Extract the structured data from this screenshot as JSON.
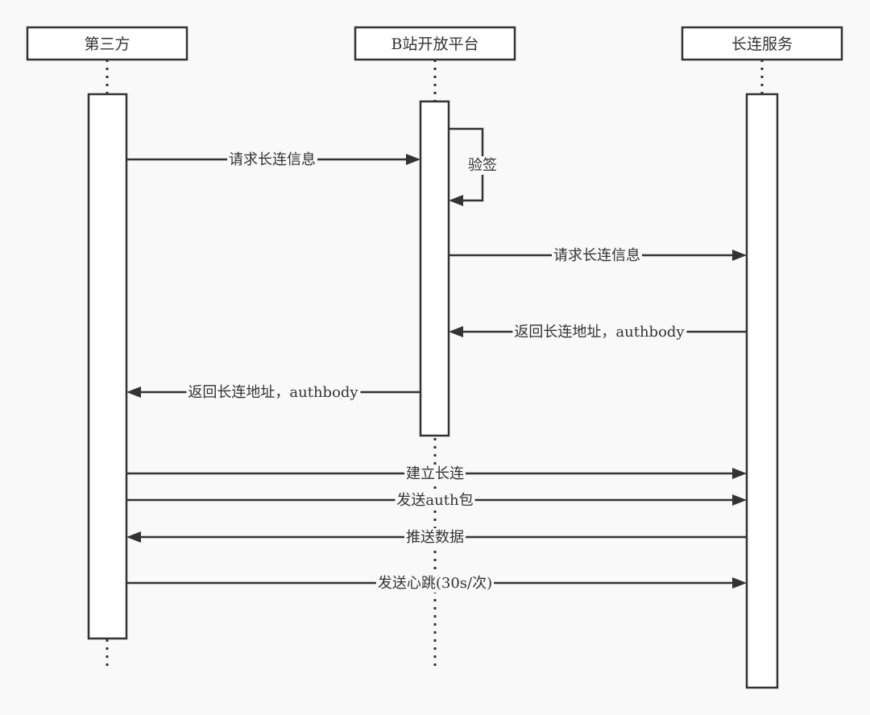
{
  "diagram": {
    "type": "sequence-diagram",
    "colors": {
      "background": "#f9f9f9",
      "stroke": "#333333",
      "box_fill": "#ffffff",
      "text": "#333333"
    },
    "participants": [
      {
        "id": "third_party",
        "label": "第三方"
      },
      {
        "id": "bilibili_open_platform",
        "label": "B站开放平台"
      },
      {
        "id": "long_conn_service",
        "label": "长连服务"
      }
    ],
    "messages": [
      {
        "from": "third_party",
        "to": "bilibili_open_platform",
        "label": "请求长连信息",
        "style": "solid"
      },
      {
        "from": "bilibili_open_platform",
        "to": "bilibili_open_platform",
        "label": "验签",
        "style": "self"
      },
      {
        "from": "bilibili_open_platform",
        "to": "long_conn_service",
        "label": "请求长连信息",
        "style": "solid"
      },
      {
        "from": "long_conn_service",
        "to": "bilibili_open_platform",
        "label": "返回长连地址，authbody",
        "style": "solid"
      },
      {
        "from": "bilibili_open_platform",
        "to": "third_party",
        "label": "返回长连地址，authbody",
        "style": "solid"
      },
      {
        "from": "third_party",
        "to": "long_conn_service",
        "label": "建立长连",
        "style": "solid"
      },
      {
        "from": "third_party",
        "to": "long_conn_service",
        "label": "发送auth包",
        "style": "solid"
      },
      {
        "from": "long_conn_service",
        "to": "third_party",
        "label": "推送数据",
        "style": "solid"
      },
      {
        "from": "third_party",
        "to": "long_conn_service",
        "label": "发送心跳(30s/次)",
        "style": "solid"
      }
    ]
  }
}
